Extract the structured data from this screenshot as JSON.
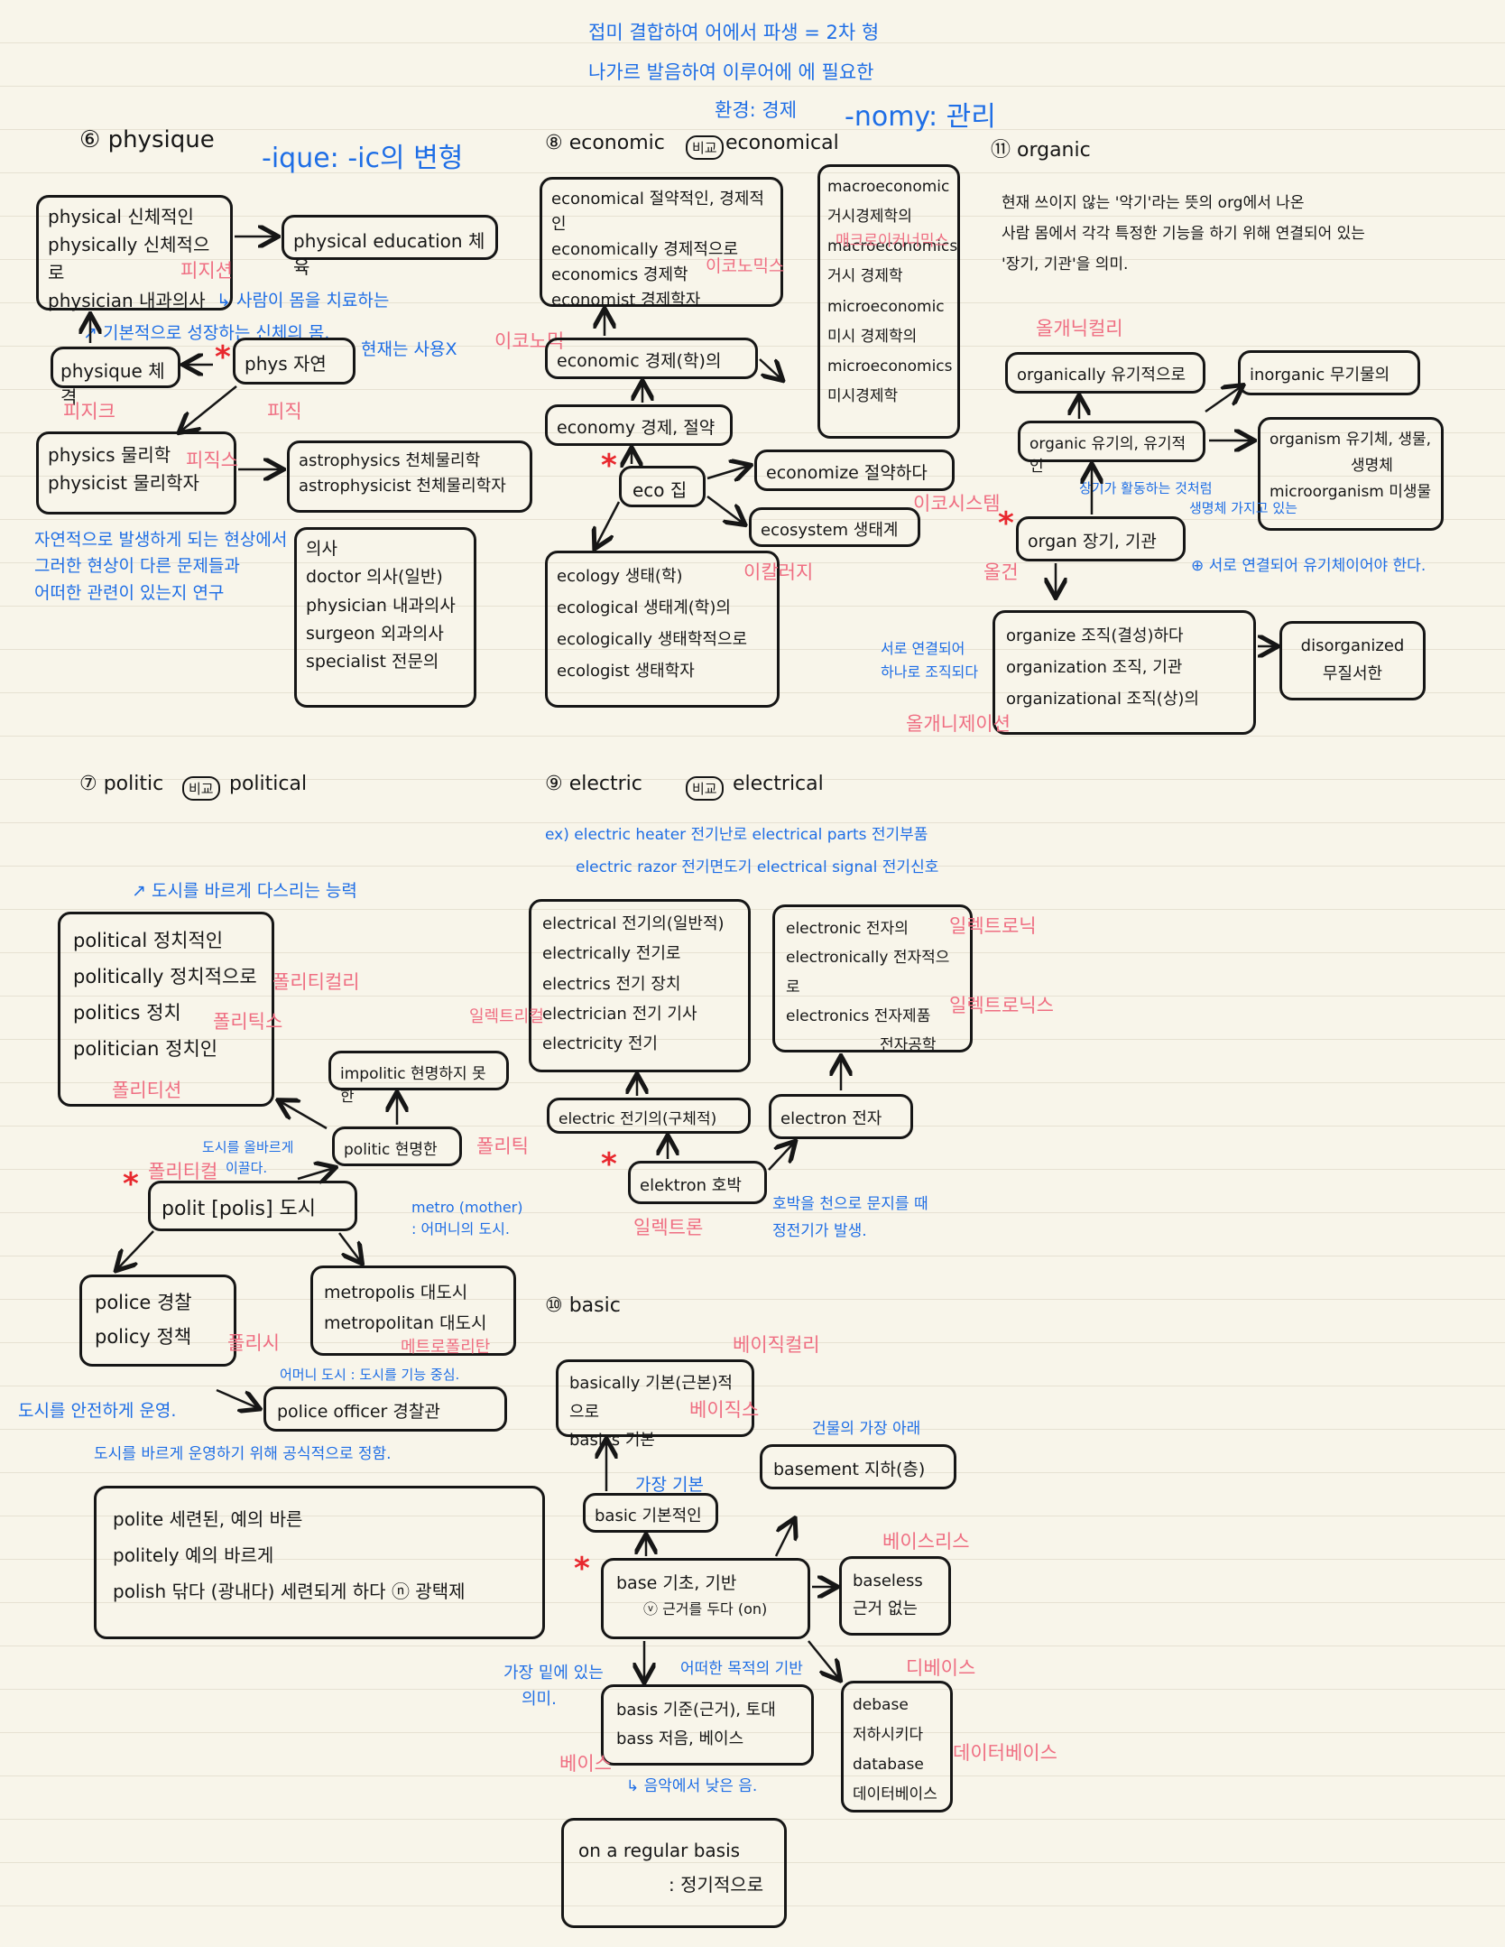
{
  "header": {
    "note1": "접미 결합하여 어에서 파생 = 2차 형",
    "note2": "나가르 발음하여 이루어에 에 필요한",
    "note3": "환경: 경제",
    "nomy_note": "-nomy: 관리"
  },
  "physique": {
    "title": "⑥ physique",
    "ique_note": "-ique: -ic의 변형",
    "box_physical": [
      "physical 신체적인",
      "physically 신체적으로",
      "physician 내과의사"
    ],
    "physical_education": "physical education 체육",
    "pink_physician": "피지션",
    "blue_physician_note": "↳ 사람이 몸을 치료하는",
    "blue_physique_note": "↗ 기본적으로 성장하는 신체의 몸.",
    "physique_box": "physique 체격",
    "pink_physique": "피지크",
    "phys_box": "phys 자연",
    "pink_phys": "피직",
    "blue_phys_note": "현재는 사용X",
    "box_physics": [
      "physics 물리학",
      "physicist 물리학자"
    ],
    "pink_physics": "피직스",
    "box_astro": [
      "astrophysics 천체물리학",
      "astrophysicist 천체물리학자"
    ],
    "blue_bottom": [
      "자연적으로 발생하게 되는 현상에서",
      "그러한 현상이 다른 문제들과",
      "어떠한 관련이 있는지 연구"
    ],
    "box_doctor": [
      "의사",
      "doctor 의사(일반)",
      "physician 내과의사",
      "surgeon 외과의사",
      "specialist 전문의"
    ]
  },
  "economic": {
    "title": "⑧ economic",
    "vs": "비교",
    "title2": "economical",
    "box_economical": [
      "economical 절약적인, 경제적인",
      "economically 경제적으로",
      "economics 경제학",
      "economist 경제학자"
    ],
    "pink_economics": "이코노믹스",
    "box_macro": [
      "macroeconomic",
      "거시경제학의",
      "macroeconomics",
      "거시 경제학",
      "microeconomic",
      "미시 경제학의",
      "microeconomics",
      "미시경제학"
    ],
    "pink_macro": "매크로이커너믹스",
    "economic_box": "economic 경제(학)의",
    "pink_economic": "이코노믹",
    "economy_box": "economy 경제, 절약",
    "eco_box": "eco 집",
    "economize_box": "economize 절약하다",
    "ecosystem_box": "ecosystem 생태계",
    "pink_ecosystem": "이코시스템",
    "box_ecology": [
      "ecology 생태(학)",
      "ecological 생태계(학)의",
      "ecologically 생태학적으로",
      "ecologist 생태학자"
    ],
    "pink_ecology": "이칼러지"
  },
  "organic": {
    "title": "⑪ organic",
    "desc": [
      "현재 쓰이지 않는 '악기'라는 뜻의 org에서 나온",
      "사람 몸에서 각각 특정한 기능을 하기 위해 연결되어 있는",
      "'장기, 기관'을 의미."
    ],
    "pink_organically": "올개닉컬리",
    "organically_box": "organically 유기적으로",
    "inorganic_box": "inorganic 무기물의",
    "organic_box": "organic 유기의, 유기적인",
    "organism_box": [
      "organism 유기체, 생물,",
      "생명체",
      "microorganism 미생물"
    ],
    "blue_organ_note": [
      "장기가 활동하는 것처럼",
      "생명체 가지고 있는"
    ],
    "organ_box": "organ 장기, 기관",
    "pink_organ": "올건",
    "blue_plus": "⊕ 서로 연결되어 유기체이어야 한다.",
    "blue_organize": [
      "서로 연결되어",
      "하나로 조직되다"
    ],
    "box_organize": [
      "organize 조직(결성)하다",
      "organization 조직, 기관",
      "organizational 조직(상)의"
    ],
    "pink_organization": "올개니제이션",
    "disorganized_box": [
      "disorganized",
      "무질서한"
    ]
  },
  "politic": {
    "title": "⑦ politic",
    "vs": "비교",
    "title2": "political",
    "blue_top": "↗ 도시를 바르게 다스리는 능력",
    "box_political": [
      "political 정치적인",
      "politically 정치적으로",
      "politics 정치",
      "politician 정치인"
    ],
    "pink_politically": "폴리티컬리",
    "pink_politics": "폴리틱스",
    "pink_politician": "폴리티션",
    "impolitic_box": "impolitic 현명하지 못한",
    "politic_box": "politic 현명한",
    "pink_politic": "폴리틱",
    "blue_politic_note": [
      "도시를 올바르게",
      "이끌다."
    ],
    "polit_box": "polit [polis] 도시",
    "pink_polit": "폴리티컬",
    "blue_metro": [
      "metro (mother)",
      ": 어머니의 도시."
    ],
    "police_box": [
      "police 경찰",
      "policy 정책"
    ],
    "pink_policy": "폴리시",
    "metropolis_box": [
      "metropolis 대도시",
      "metropolitan 대도시"
    ],
    "pink_metropolitan": "메트로폴리탄",
    "blue_metropolis": "어머니 도시 : 도시를 기능 중심.",
    "officer_box": "police officer 경찰관",
    "blue_police_left": "도시를 안전하게 운영.",
    "blue_police_bottom": "도시를 바르게 운영하기 위해 공식적으로 정함.",
    "box_polite": [
      "polite 세련된, 예의 바른",
      "politely 예의 바르게",
      "polish 닦다 (광내다) 세련되게 하다"
    ],
    "polish_extra": "ⓝ 광택제"
  },
  "electric": {
    "title": "⑨ electric",
    "vs": "비교",
    "title2": "electrical",
    "blue_ex1": "ex) electric heater 전기난로   electrical parts 전기부품",
    "blue_ex2": "electric razor 전기면도기   electrical signal 전기신호",
    "box_electrical": [
      "electrical 전기의(일반적)",
      "electrically 전기로",
      "electrics 전기 장치",
      "electrician 전기 기사",
      "electricity 전기"
    ],
    "pink_electrical": "일렉트리컬",
    "box_electronic": [
      "electronic 전자의",
      "electronically 전자적으로",
      "electronics 전자제품",
      "전자공학"
    ],
    "pink_electronic": "일렉트로닉",
    "pink_electronics": "일렉트로닉스",
    "electric_box": "electric 전기의(구체적)",
    "electron_box": "electron 전자",
    "elektron_box": "elektron 호박",
    "pink_elektron": "일렉트론",
    "blue_elektron": [
      "호박을 천으로 문지를 때",
      "정전기가 발생."
    ]
  },
  "basic": {
    "title": "⑩ basic",
    "pink_basically": "베이직컬리",
    "box_basically": [
      "basically 기본(근본)적으로",
      "basics 기본"
    ],
    "pink_basics": "베이직스",
    "blue_basement": "건물의 가장 아래",
    "basement_box": "basement 지하(층)",
    "blue_basic": "가장 기본",
    "basic_box": "basic 기본적인",
    "base_box": [
      "base 기초, 기반",
      "ⓥ 근거를 두다 (on)"
    ],
    "pink_baseless": "베이스리스",
    "baseless_box": [
      "baseless",
      "근거 없는"
    ],
    "blue_basis": "어떠한 목적의 기반",
    "blue_left": [
      "가장 밑에 있는",
      "의미."
    ],
    "box_basis": [
      "basis 기준(근거), 토대",
      "bass 저음, 베이스"
    ],
    "pink_base": "베이스",
    "blue_bass": "↳ 음악에서 낮은 음.",
    "pink_debase": "디베이스",
    "debase_box": [
      "debase",
      "저하시키다",
      "database",
      "데이터베이스"
    ],
    "pink_database": "데이터베이스",
    "regular_box": [
      "on a regular basis",
      ": 정기적으로"
    ]
  }
}
